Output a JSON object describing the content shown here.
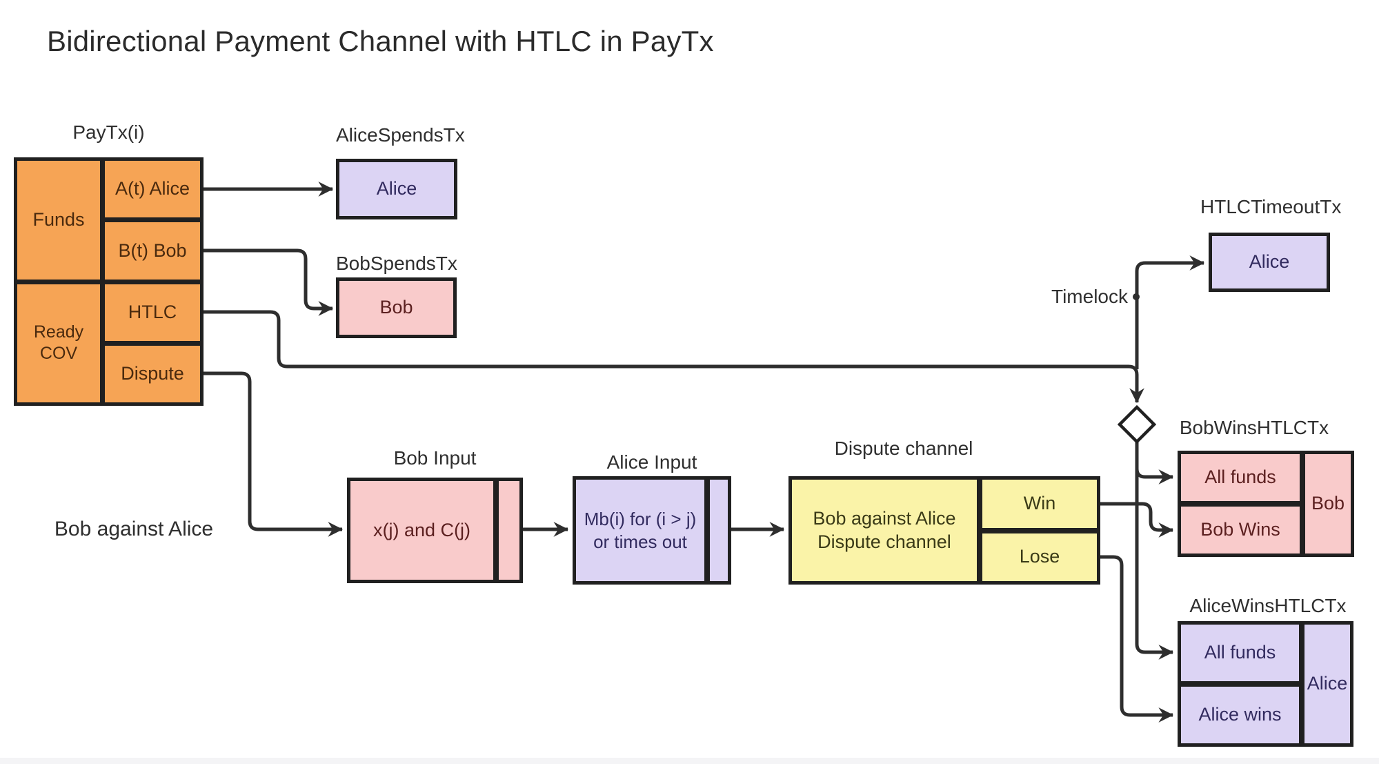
{
  "title": "Bidirectional Payment Channel with HTLC in PayTx",
  "colors": {
    "orange_fill": "#F6A455",
    "pink_fill": "#F9CBCB",
    "lavender_fill": "#DCD4F4",
    "yellow_fill": "#FAF3A8",
    "line": "#2E2E2E"
  },
  "nodes": {
    "paytx": {
      "label": "PayTx(i)",
      "funds": "Funds",
      "ready": "Ready",
      "cov": "COV",
      "a_alice": "A(t) Alice",
      "b_bob": "B(t) Bob",
      "htlc": "HTLC",
      "dispute": "Dispute"
    },
    "alice_spends": {
      "label": "AliceSpendsTx",
      "value": "Alice"
    },
    "bob_spends": {
      "label": "BobSpendsTx",
      "value": "Bob"
    },
    "htlc_timeout": {
      "label": "HTLCTimeoutTx",
      "value": "Alice"
    },
    "timelock_label": "Timelock",
    "bob_input": {
      "label": "Bob Input",
      "value": "x(j) and C(j)"
    },
    "alice_input": {
      "label": "Alice Input",
      "line1": "Mb(i) for (i > j)",
      "line2": "or times out"
    },
    "dispute_channel": {
      "label": "Dispute channel",
      "line1": "Bob against Alice",
      "line2": "Dispute channel",
      "win": "Win",
      "lose": "Lose"
    },
    "bob_wins": {
      "label": "BobWinsHTLCTx",
      "all_funds": "All funds",
      "bob_wins": "Bob Wins",
      "owner": "Bob"
    },
    "alice_wins": {
      "label": "AliceWinsHTLCTx",
      "all_funds": "All funds",
      "alice_wins": "Alice wins",
      "owner": "Alice"
    },
    "bob_against_alice_label": "Bob against Alice"
  }
}
